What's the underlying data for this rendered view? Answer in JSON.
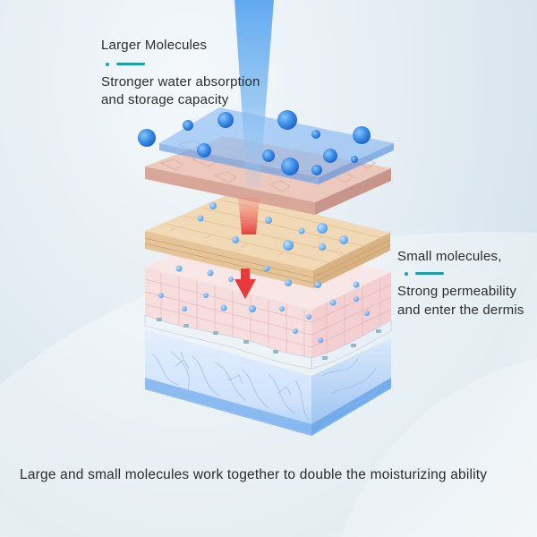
{
  "labels": {
    "large_title": "Larger Molecules",
    "large_desc_line1": "Stronger water absorption",
    "large_desc_line2": "and storage capacity",
    "small_title": "Small molecules,",
    "small_desc_line1": "Strong permeability",
    "small_desc_line2": "and enter the dermis",
    "caption": "Large and small molecules work together to double the moisturizing ability"
  },
  "colors": {
    "accent": "#1aa0a6",
    "molecule": "#3a8ee8",
    "beam": "#6fb2f0",
    "arrow": "#e83a3a",
    "text": "#2c2c2c"
  },
  "icons": {
    "connector": "dot-dash-icon",
    "arrow": "down-arrow-icon"
  }
}
